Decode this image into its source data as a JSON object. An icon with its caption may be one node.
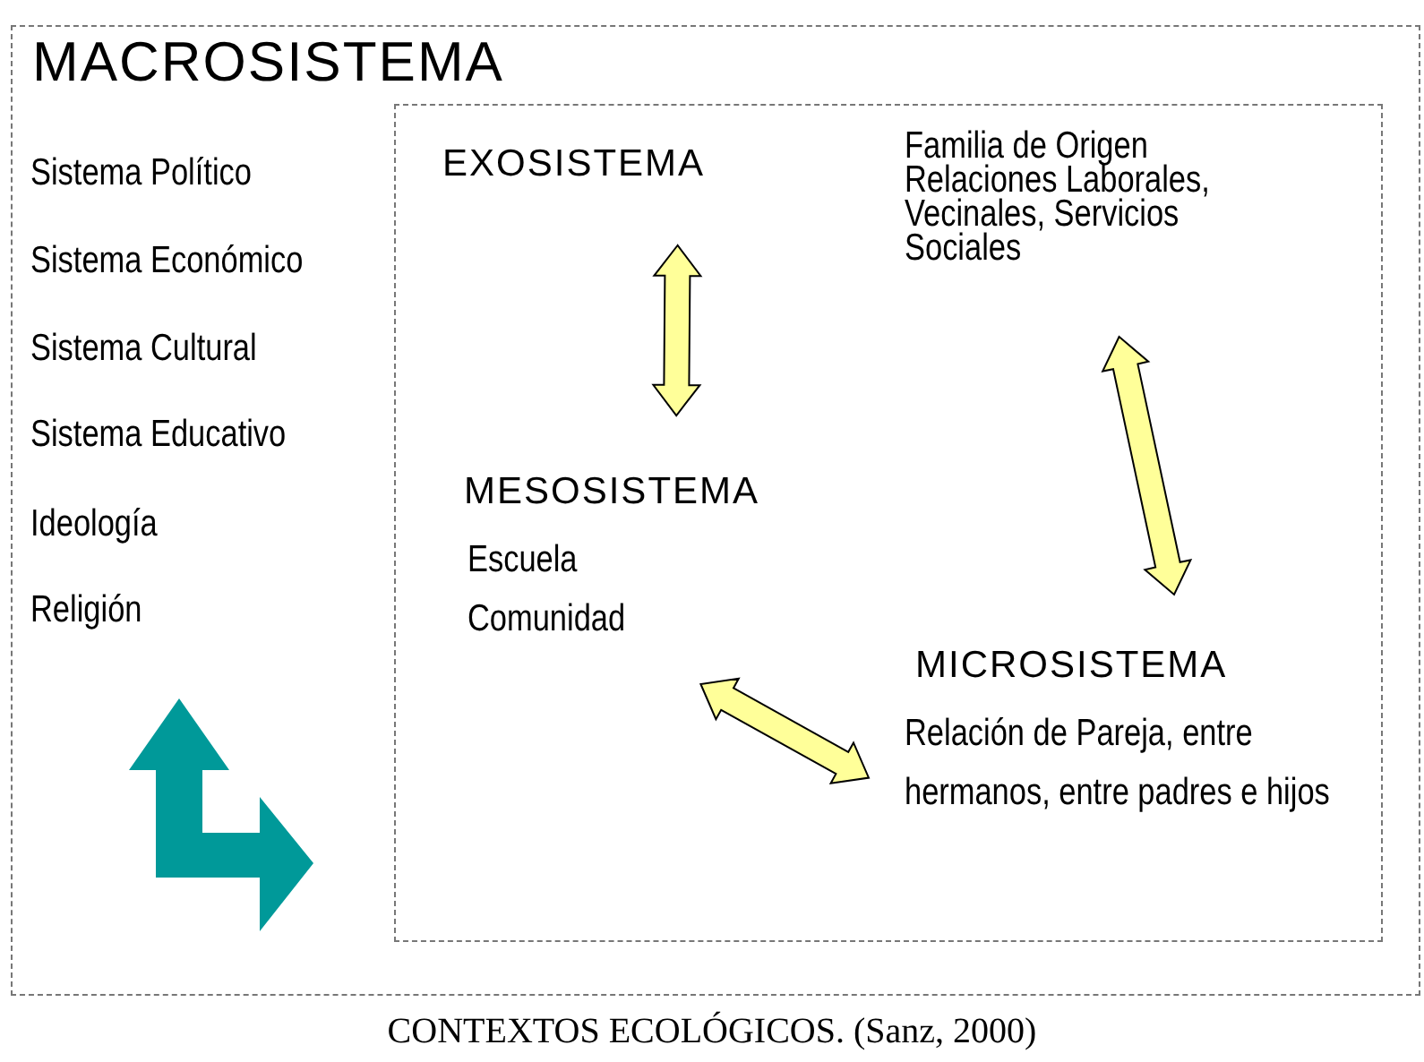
{
  "diagram": {
    "caption": "CONTEXTOS ECOLÓGICOS. (Sanz, 2000)",
    "nodes": [
      {
        "text": [
          "MACROSISTEMA",
          "Sistema Político",
          "Sistema Económico",
          "Sistema Cultural",
          "Sistema Educativo",
          "Ideología",
          "Religión"
        ]
      },
      {
        "text": [],
        "shape": "box",
        "in": 0
      },
      {
        "text": [
          "EXOSISTEMA"
        ],
        "in": 1
      },
      {
        "text": [
          "Familia de Origen Relaciones Laborales, Vecinales, Servicios Sociales"
        ],
        "in": 1
      },
      {
        "text": [
          "MESOSISTEMA",
          "Escuela Comunidad"
        ],
        "in": 1
      },
      {
        "text": [
          "MICROSISTEMA",
          "Relación de Pareja, entre hermanos, entre padres e hijos"
        ],
        "in": 1
      }
    ],
    "edges": [
      {
        "from": 2,
        "to": 4,
        "arrow": "both"
      },
      {
        "from": 3,
        "to": 5,
        "arrow": "both"
      },
      {
        "from": 4,
        "to": 5,
        "arrow": "both"
      }
    ]
  }
}
